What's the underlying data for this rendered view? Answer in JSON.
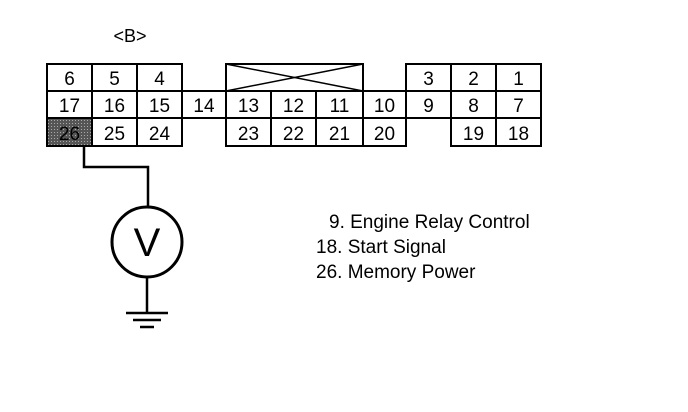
{
  "connector": {
    "label": "<B>",
    "pins": [
      "1",
      "2",
      "3",
      "4",
      "5",
      "6",
      "7",
      "8",
      "9",
      "10",
      "11",
      "12",
      "13",
      "14",
      "15",
      "16",
      "17",
      "18",
      "19",
      "20",
      "21",
      "22",
      "23",
      "24",
      "25",
      "26"
    ],
    "highlighted_pin": "26"
  },
  "meter": {
    "symbol": "V"
  },
  "legend": [
    "9. Engine Relay Control",
    "18. Start Signal",
    "26. Memory Power"
  ]
}
